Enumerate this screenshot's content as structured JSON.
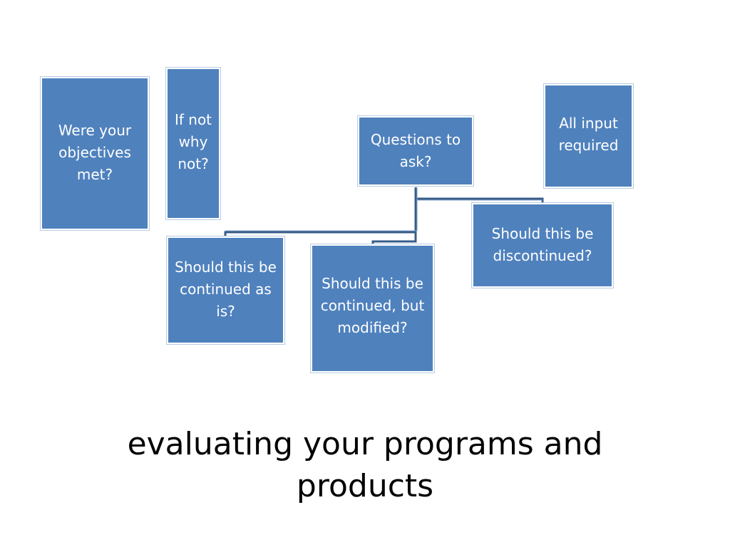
{
  "slide": {
    "title": "evaluating your programs and products",
    "box_fill": "#4f81bd",
    "connector_color": "#385d8a",
    "boxes": {
      "objectives": "Were your objectives met?",
      "if_not": "If not why not?",
      "questions": "Questions to ask?",
      "all_input": "All input required",
      "discontinued": "Should this be discontinued?",
      "continued_as_is": "Should this be continued as is?",
      "continued_modified": "Should this be continued, but modified?"
    }
  }
}
